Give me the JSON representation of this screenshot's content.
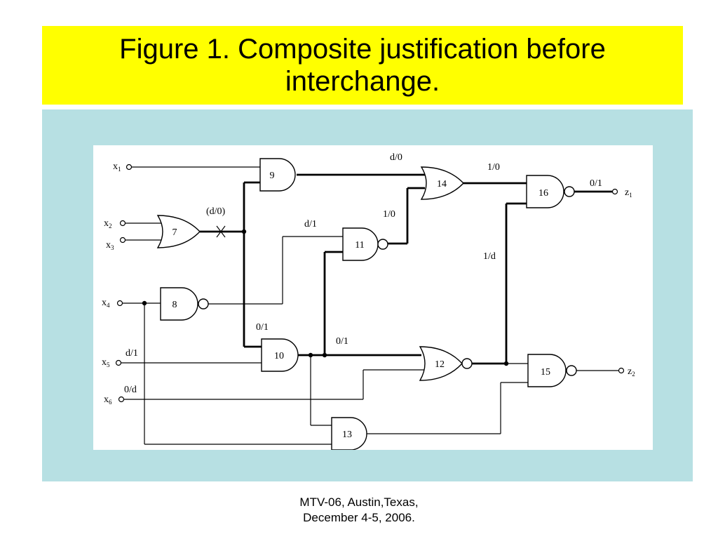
{
  "slide": {
    "title": "Figure 1.  Composite justification before interchange.",
    "footer_line1": "MTV-06, Austin,Texas,",
    "footer_line2": "December 4-5, 2006."
  },
  "colors": {
    "title_bg": "#ffff00",
    "panel_bg": "#b7e0e3",
    "diagram_bg": "#ffffff"
  },
  "circuit": {
    "inputs": [
      {
        "name": "x",
        "sub": "1"
      },
      {
        "name": "x",
        "sub": "2"
      },
      {
        "name": "x",
        "sub": "3"
      },
      {
        "name": "x",
        "sub": "4"
      },
      {
        "name": "x",
        "sub": "5"
      },
      {
        "name": "x",
        "sub": "6"
      }
    ],
    "outputs": [
      {
        "name": "z",
        "sub": "1"
      },
      {
        "name": "z",
        "sub": "2"
      }
    ],
    "gates": [
      {
        "id": "7",
        "type": "OR"
      },
      {
        "id": "8",
        "type": "NAND"
      },
      {
        "id": "9",
        "type": "AND"
      },
      {
        "id": "10",
        "type": "AND"
      },
      {
        "id": "11",
        "type": "NAND"
      },
      {
        "id": "12",
        "type": "NOR"
      },
      {
        "id": "13",
        "type": "AND"
      },
      {
        "id": "14",
        "type": "OR"
      },
      {
        "id": "15",
        "type": "NAND"
      },
      {
        "id": "16",
        "type": "NAND"
      }
    ],
    "signal_labels": {
      "gate7_out": "(d/0)",
      "gate9_out": "d/0",
      "gate14_out": "1/0",
      "gate16_out": "0/1",
      "gate8_to_11": "d/1",
      "gate11_out": "1/0",
      "gate12_to_16": "1/d",
      "stem_to_10": "0/1",
      "gate10_out": "0/1",
      "x5": "d/1",
      "x6": "0/d"
    }
  }
}
